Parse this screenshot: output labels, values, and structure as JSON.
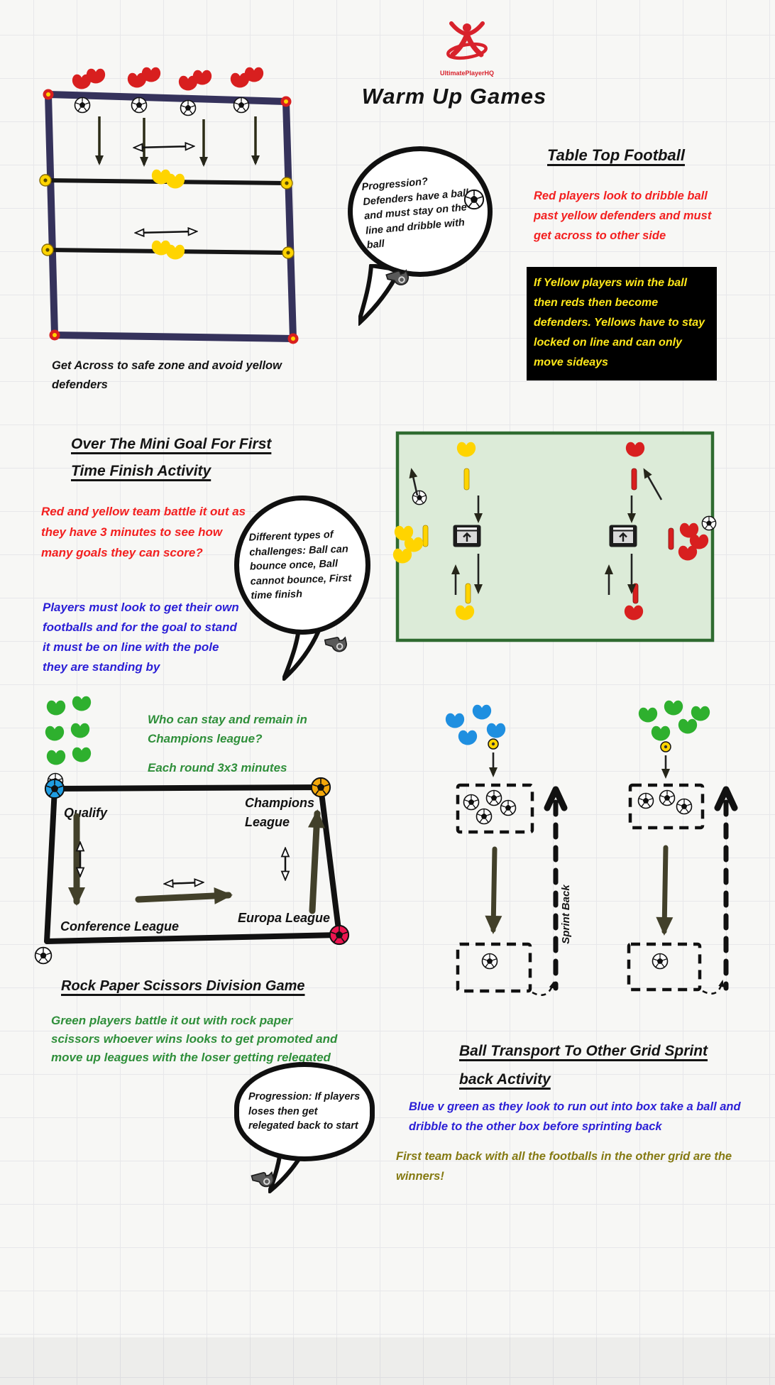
{
  "header": {
    "logo_text": "UltimatePlayerHQ",
    "title": "Warm Up Games"
  },
  "table_top": {
    "heading": "Table Top Football",
    "bubble": "Progression? Defenders have a ball and must stay on the line and dribble with ball",
    "red_note": "Red players look to dribble ball past yellow defenders and must get across to other side",
    "highlight_note": "If Yellow players win the ball then reds then become defenders. Yellows have to stay locked on line and can only move sideays",
    "caption": "Get Across to safe zone and avoid yellow defenders"
  },
  "mini_goal": {
    "heading_line1": "Over The Mini Goal For First",
    "heading_line2": "Time Finish Activity",
    "red_note": "Red and yellow team battle it out as they have 3 minutes to see how many goals they can score?",
    "blue_note": "Players must look to get their own footballs and for the goal to stand it must be on line with the pole they are standing by",
    "bubble": "Different types of challenges: Ball can bounce once, Ball cannot bounce, First time finish"
  },
  "rps": {
    "question1": "Who can stay and remain in Champions league?",
    "question2": "Each round 3x3 minutes",
    "corner_qualify": "Qualify",
    "corner_champions": "Champions League",
    "corner_conference": "Conference League",
    "corner_europa": "Europa League",
    "heading": "Rock Paper Scissors Division Game",
    "green_note": "Green players battle it out with rock paper scissors whoever wins looks to get promoted and move up leagues with the loser getting relegated",
    "bubble": "Progression: If players loses then get relegated back to start"
  },
  "transport": {
    "heading_line1": "Ball Transport To Other Grid Sprint",
    "heading_line2": "back Activity",
    "blue_note": "Blue v green as they look to run out into box take a ball and dribble to the other box before sprinting back",
    "olive_note": "First team back with all the footballs in the other grid are the winners!",
    "sprint_label": "Sprint Back"
  },
  "colors": {
    "red_text": "#f32020",
    "yellow_text": "#ffe81a",
    "blue_text": "#2b1fd6",
    "green_text": "#2f8f3a",
    "olive_text": "#857a12",
    "pitch_navy": "#35325b",
    "pitch_green_fill": "#dcebd8",
    "pitch_green_border": "#2f6b30",
    "arrow_olive": "#42402a",
    "team_red": "#d81f1f",
    "team_yellow": "#ffd400",
    "team_green": "#2eb02e",
    "team_blue": "#1f8fe0",
    "corner_ball_blue": "#1f9de2",
    "corner_ball_orange": "#f3a70a",
    "corner_ball_red": "#ed1550",
    "logo_red": "#d8222c"
  }
}
